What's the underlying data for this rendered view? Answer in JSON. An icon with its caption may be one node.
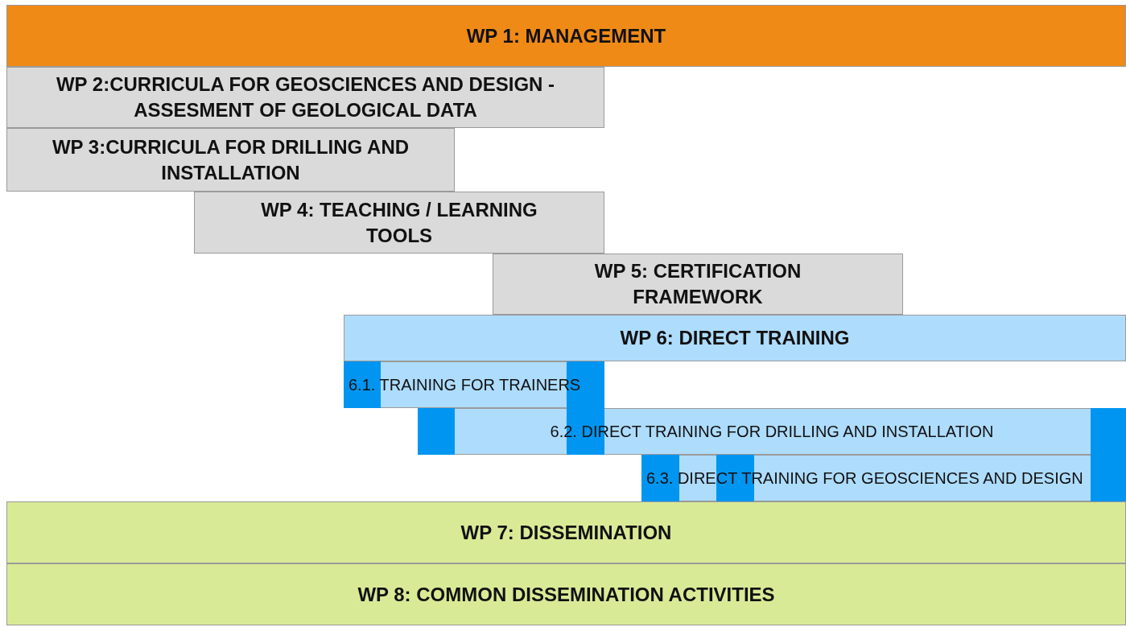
{
  "diagram": {
    "nodes": [
      {
        "text": [
          "WP 1: MANAGEMENT"
        ]
      },
      {
        "text": [
          "WP 2:CURRICULA FOR GEOSCIENCES AND DESIGN - ASSESMENT OF GEOLOGICAL DATA"
        ]
      },
      {
        "text": [
          "WP 3:CURRICULA FOR DRILLING AND INSTALLATION"
        ]
      },
      {
        "text": [
          "WP 4: TEACHING / LEARNING TOOLS"
        ]
      },
      {
        "text": [
          "WP 5: CERTIFICATION FRAMEWORK"
        ]
      },
      {
        "text": [
          "WP 6: DIRECT TRAINING"
        ]
      },
      {
        "text": [
          "6.1. TRAINING FOR TRAINERS"
        ]
      },
      {
        "text": [
          "6.2. DIRECT TRAINING FOR DRILLING AND INSTALLATION"
        ]
      },
      {
        "text": [
          "6.3. DIRECT TRAINING FOR GEOSCIENCES AND DESIGN"
        ]
      },
      {
        "text": [
          "WP 7: DISSEMINATION"
        ]
      },
      {
        "text": [
          "WP 8: COMMON DISSEMINATION ACTIVITIES"
        ]
      }
    ]
  }
}
